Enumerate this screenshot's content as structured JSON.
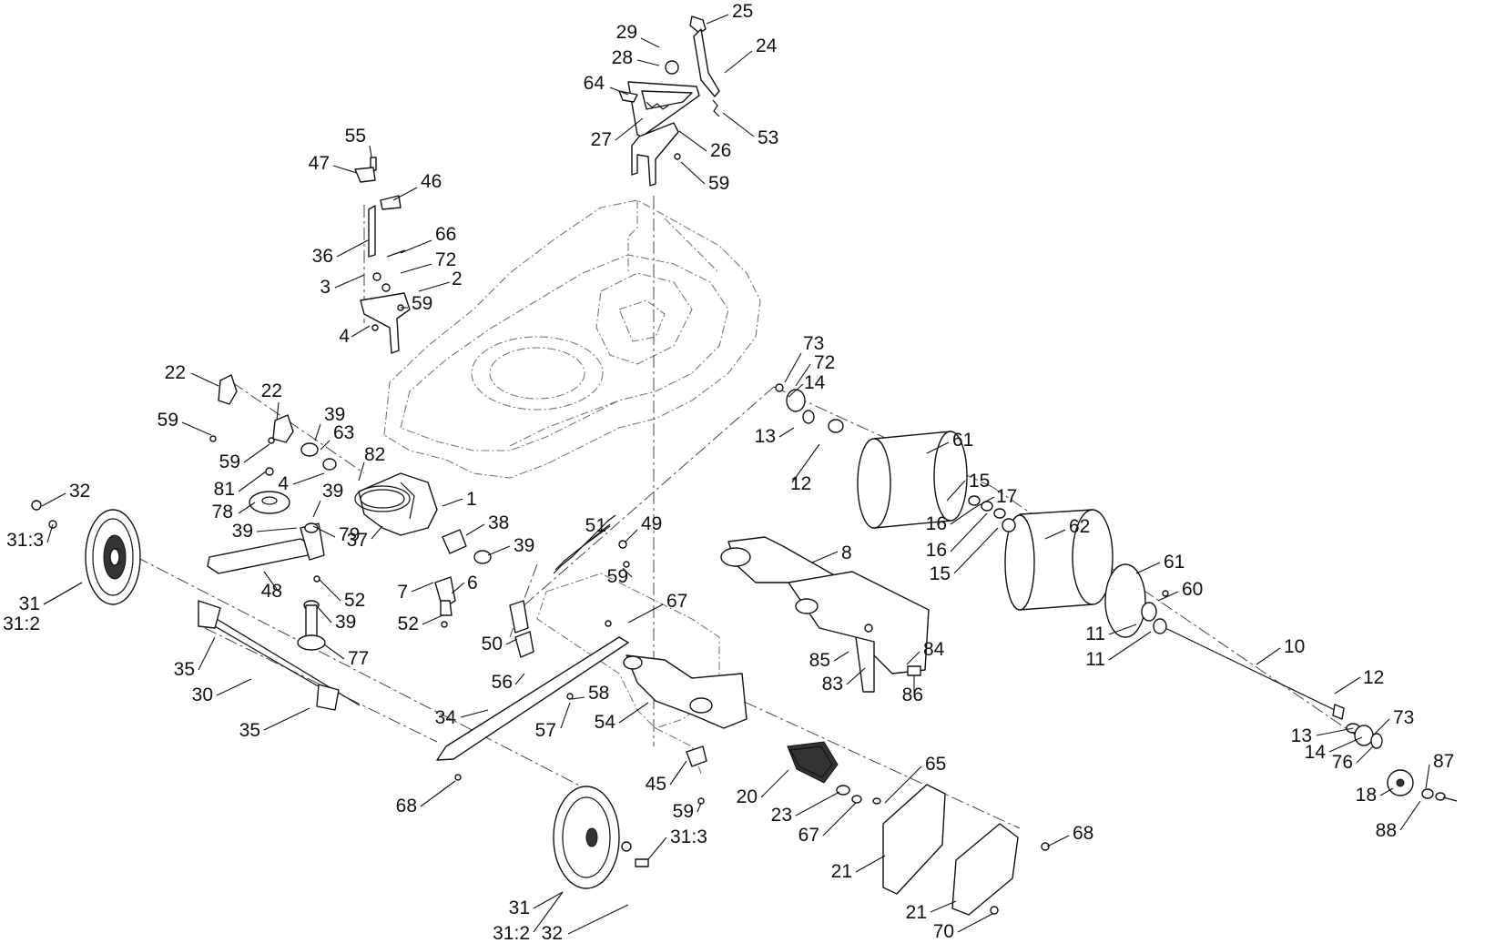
{
  "labels": [
    "1",
    "2",
    "3",
    "4",
    "4",
    "6",
    "7",
    "8",
    "10",
    "11",
    "11",
    "12",
    "12",
    "13",
    "13",
    "14",
    "14",
    "15",
    "15",
    "16",
    "16",
    "17",
    "18",
    "20",
    "21",
    "21",
    "22",
    "22",
    "23",
    "24",
    "25",
    "26",
    "27",
    "28",
    "29",
    "30",
    "31",
    "31",
    "31:2",
    "31:2",
    "31:3",
    "31:3",
    "32",
    "32",
    "34",
    "35",
    "35",
    "36",
    "37",
    "38",
    "39",
    "39",
    "39",
    "39",
    "39",
    "45",
    "46",
    "47",
    "48",
    "49",
    "50",
    "51",
    "52",
    "52",
    "53",
    "54",
    "55",
    "56",
    "57",
    "58",
    "59",
    "59",
    "59",
    "59",
    "59",
    "59",
    "60",
    "61",
    "61",
    "62",
    "63",
    "64",
    "65",
    "66",
    "67",
    "67",
    "68",
    "68",
    "70",
    "72",
    "72",
    "73",
    "73",
    "76",
    "77",
    "78",
    "79",
    "81",
    "82",
    "83",
    "84",
    "85",
    "86",
    "87",
    "88"
  ]
}
